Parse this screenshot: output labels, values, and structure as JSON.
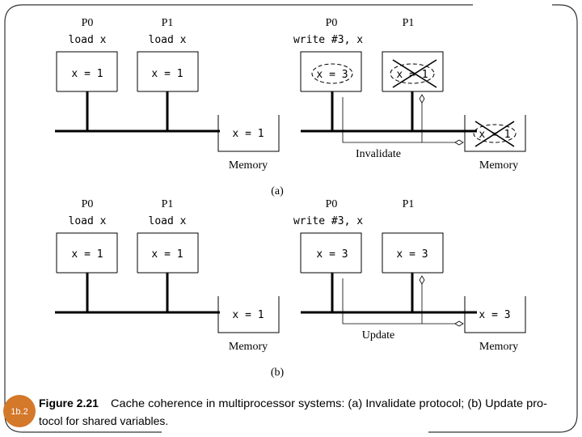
{
  "slide_number": "1b.2",
  "panel_a": {
    "label": "(a)",
    "left": {
      "p0_name": "P0",
      "p1_name": "P1",
      "p0_op": "load x",
      "p1_op": "load x",
      "p0_cache": "x = 1",
      "p1_cache": "x = 1",
      "memory_value": "x = 1",
      "memory_label": "Memory"
    },
    "right": {
      "p0_name": "P0",
      "p1_name": "P1",
      "p0_op": "write #3, x",
      "p0_cache": "x = 3",
      "p1_cache": "x = 1",
      "memory_value": "x = 1",
      "memory_label": "Memory",
      "bus_label": "Invalidate"
    }
  },
  "panel_b": {
    "label": "(b)",
    "left": {
      "p0_name": "P0",
      "p1_name": "P1",
      "p0_op": "load x",
      "p1_op": "load x",
      "p0_cache": "x = 1",
      "p1_cache": "x = 1",
      "memory_value": "x = 1",
      "memory_label": "Memory"
    },
    "right": {
      "p0_name": "P0",
      "p1_name": "P1",
      "p0_op": "write #3, x",
      "p0_cache": "x = 3",
      "p1_cache": "x = 3",
      "memory_value": "x = 3",
      "memory_label": "Memory",
      "bus_label": "Update"
    }
  },
  "caption": {
    "label": "Figure 2.21",
    "text_line1": "Cache coherence in multiprocessor systems: (a) Invalidate protocol; (b) Update pro-",
    "text_line2": "tocol for shared variables."
  },
  "colors": {
    "ink": "#000000",
    "frame": "#333333",
    "badge": "#d4782a"
  }
}
